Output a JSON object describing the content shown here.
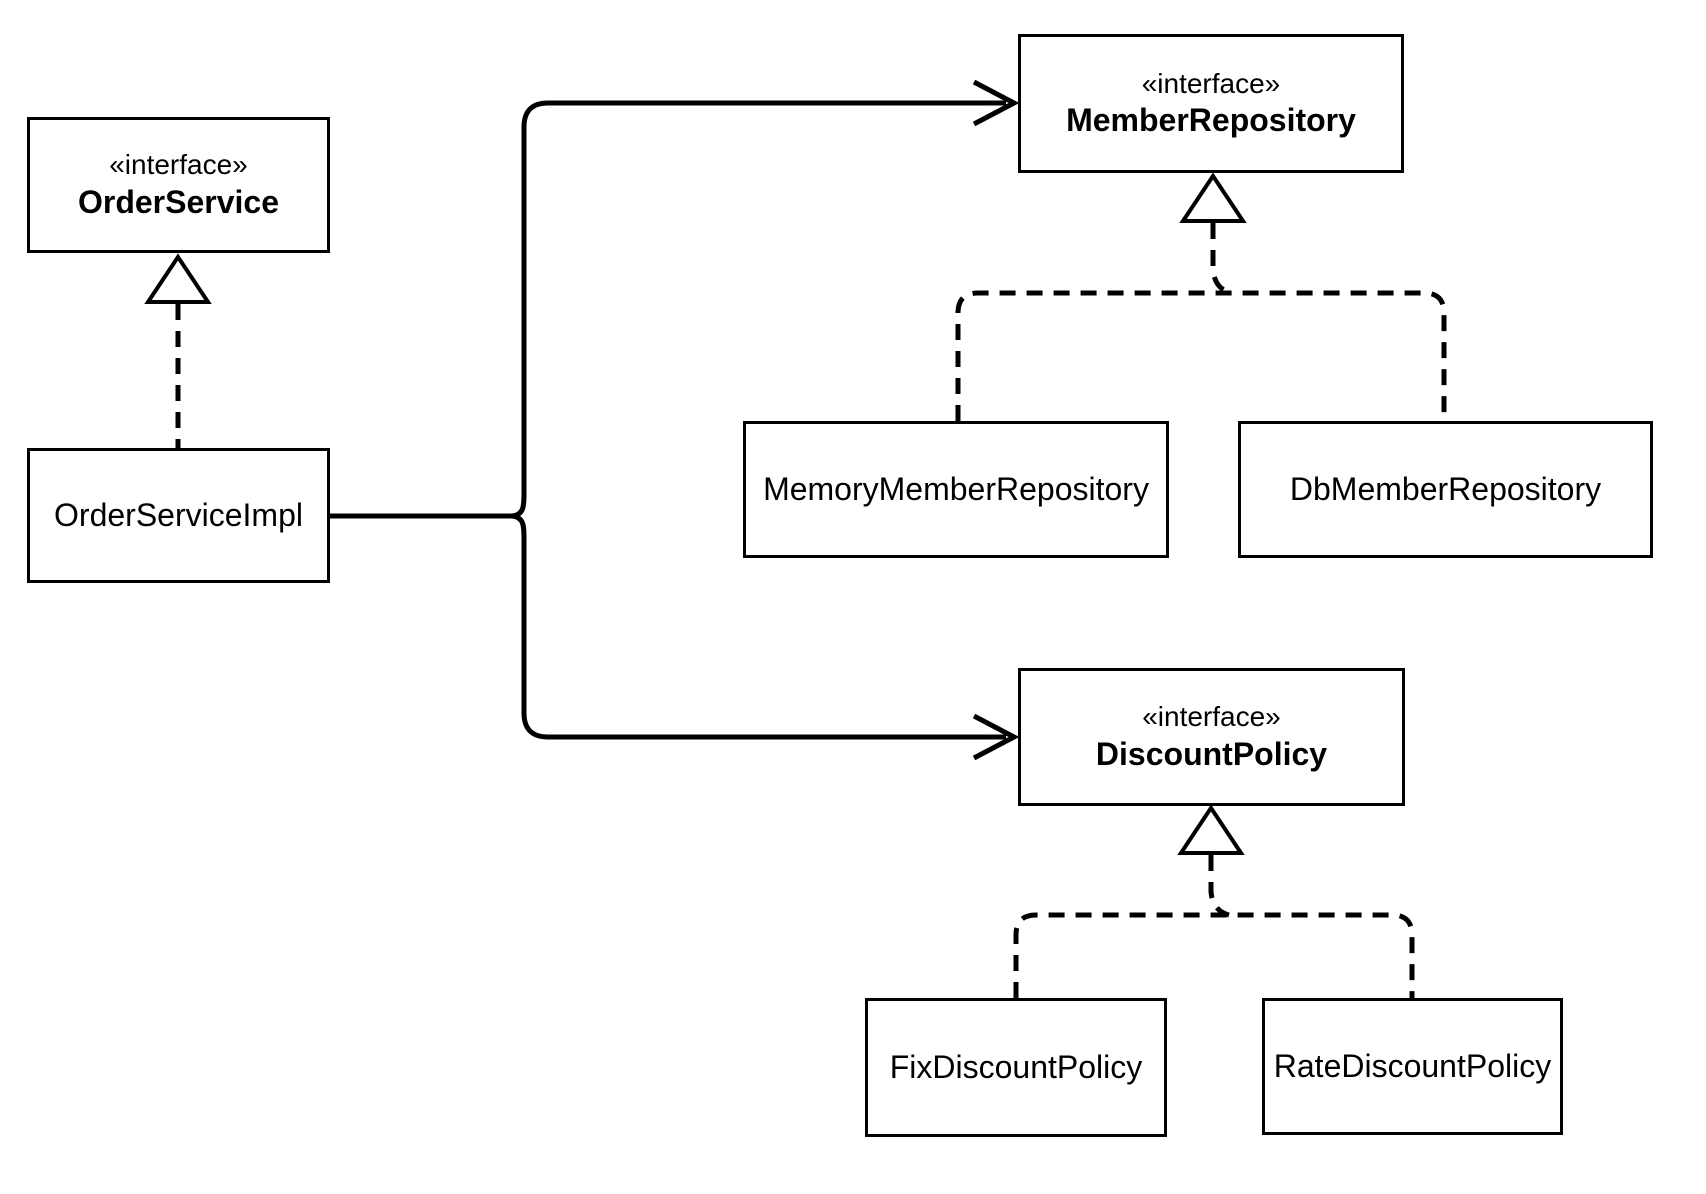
{
  "diagram": {
    "kind": "uml-class-diagram",
    "background_color": "#ffffff",
    "stroke_color": "#000000",
    "shape_fill_color": "#ffffff"
  },
  "nodes": {
    "orderService": {
      "stereotype": "«interface»",
      "name": "OrderService"
    },
    "orderServiceImpl": {
      "name": "OrderServiceImpl"
    },
    "memberRepository": {
      "stereotype": "«interface»",
      "name": "MemberRepository"
    },
    "memoryMemberRepository": {
      "name": "MemoryMemberRepository"
    },
    "dbMemberRepository": {
      "name": "DbMemberRepository"
    },
    "discountPolicy": {
      "stereotype": "«interface»",
      "name": "DiscountPolicy"
    },
    "fixDiscountPolicy": {
      "name": "FixDiscountPolicy"
    },
    "rateDiscountPolicy": {
      "name": "RateDiscountPolicy"
    }
  },
  "edges": [
    {
      "type": "realization",
      "from": "OrderServiceImpl",
      "to": "OrderService",
      "line": "dashed",
      "marker": "hollow-triangle"
    },
    {
      "type": "dependency",
      "from": "OrderServiceImpl",
      "to": "MemberRepository",
      "line": "solid",
      "marker": "open-arrow"
    },
    {
      "type": "dependency",
      "from": "OrderServiceImpl",
      "to": "DiscountPolicy",
      "line": "solid",
      "marker": "open-arrow"
    },
    {
      "type": "realization",
      "from": "MemoryMemberRepository",
      "to": "MemberRepository",
      "line": "dashed",
      "marker": "hollow-triangle"
    },
    {
      "type": "realization",
      "from": "DbMemberRepository",
      "to": "MemberRepository",
      "line": "dashed",
      "marker": "hollow-triangle"
    },
    {
      "type": "realization",
      "from": "FixDiscountPolicy",
      "to": "DiscountPolicy",
      "line": "dashed",
      "marker": "hollow-triangle"
    },
    {
      "type": "realization",
      "from": "RateDiscountPolicy",
      "to": "DiscountPolicy",
      "line": "dashed",
      "marker": "hollow-triangle"
    }
  ]
}
